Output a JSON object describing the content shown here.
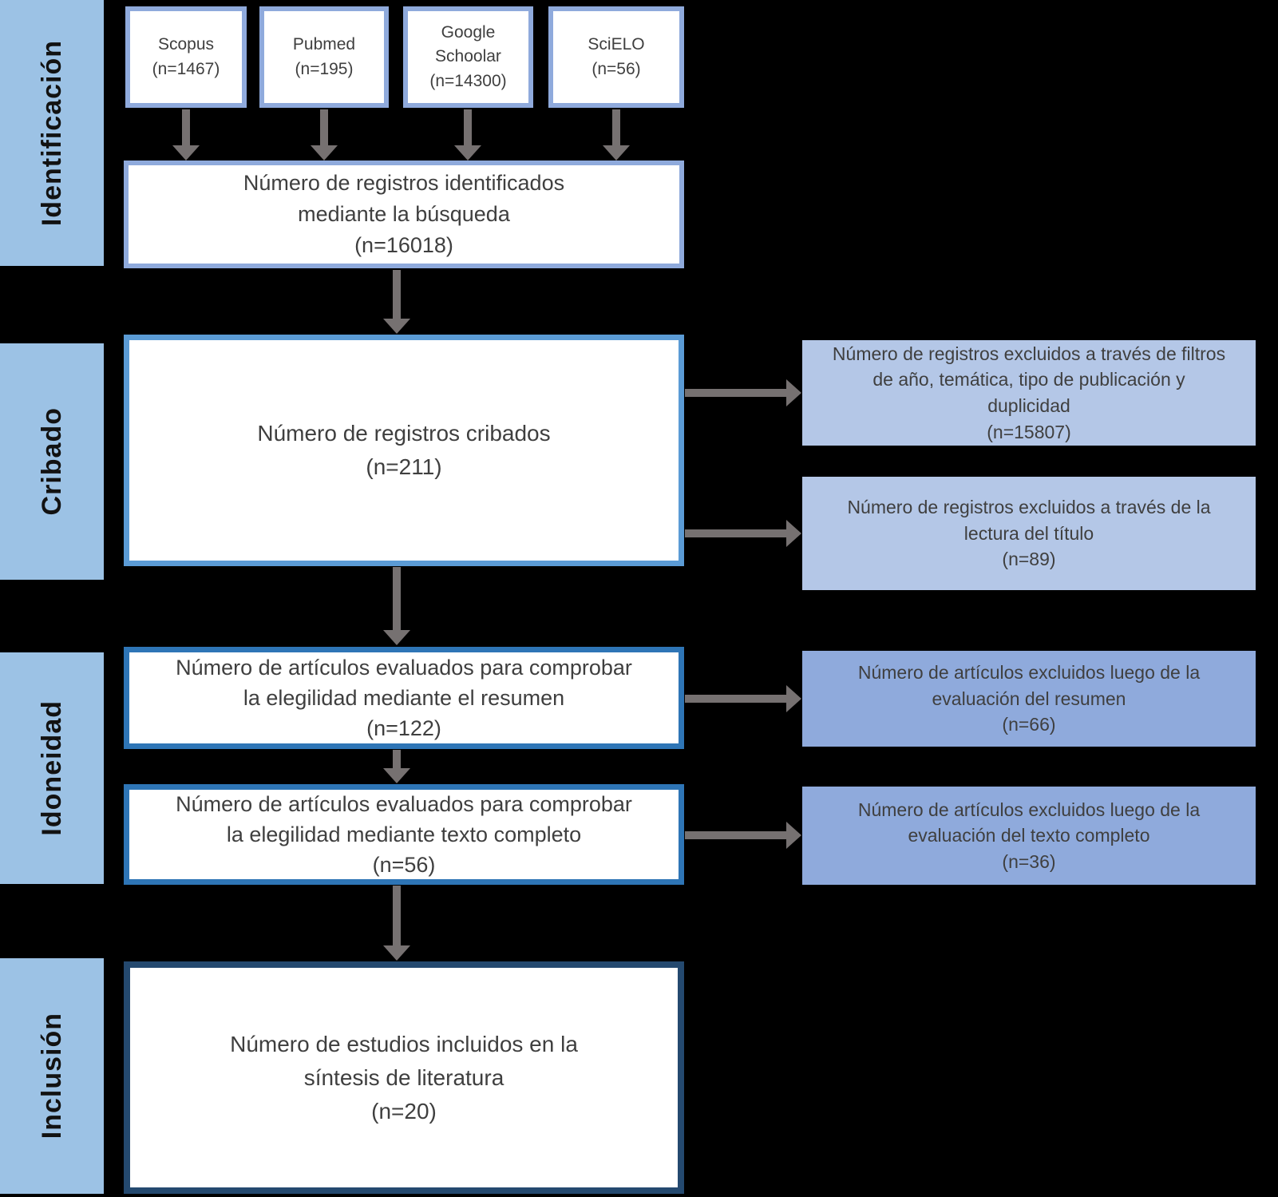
{
  "colors": {
    "bg": "#000000",
    "sidebar": "#9CC2E5",
    "source-border": "#8FAADC",
    "ident-border": "#8FAADC",
    "cribado-border": "#5B9BD5",
    "idoneidad-border": "#2E75B6",
    "inclusion-border": "#24496F",
    "excl-light": "#B4C7E7",
    "excl-dark": "#8FAADC",
    "arrow": "#767171",
    "text": "#3F3F3F",
    "sidebar-text": "#121212"
  },
  "stages": {
    "identificacion": "Identificación",
    "cribado": "Cribado",
    "idoneidad": "Idoneidad",
    "inclusion": "Inclusión"
  },
  "sources": [
    {
      "label": "Scopus",
      "count": "(n=1467)"
    },
    {
      "label": "Pubmed",
      "count": "(n=195)"
    },
    {
      "label": "Google Schoolar",
      "count": "(n=14300)"
    },
    {
      "label": "SciELO",
      "count": "(n=56)"
    }
  ],
  "main": {
    "identified": {
      "text": "Número de registros identificados\nmediante la búsqueda\n(n=16018)",
      "n": 16018
    },
    "screened": {
      "text": "Número de registros cribados\n(n=211)",
      "n": 211
    },
    "abstract_eligibility": {
      "text": "Número de artículos evaluados para comprobar\nla elegilidad mediante el resumen\n(n=122)",
      "n": 122
    },
    "fulltext_eligibility": {
      "text": "Número de artículos evaluados para comprobar\nla elegilidad mediante texto completo\n(n=56)",
      "n": 56
    },
    "included": {
      "text": "Número de estudios incluidos en la\nsíntesis de literatura\n(n=20)",
      "n": 20
    }
  },
  "exclusions": [
    {
      "text": "Número de registros excluidos a través de filtros\nde año, temática, tipo de publicación y\nduplicidad\n(n=15807)",
      "n": 15807
    },
    {
      "text": "Número de registros excluidos a través de la\nlectura del título\n(n=89)",
      "n": 89
    },
    {
      "text": "Número de artículos excluidos luego de la\nevaluación del resumen\n(n=66)",
      "n": 66
    },
    {
      "text": "Número de artículos excluidos luego de la\nevaluación del texto completo\n(n=36)",
      "n": 36
    }
  ]
}
